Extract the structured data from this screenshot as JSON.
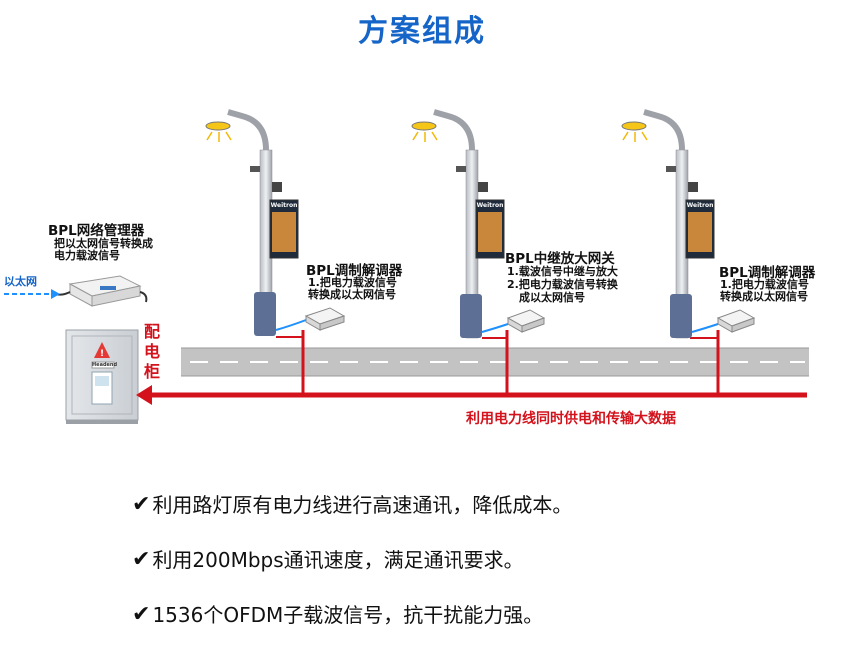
{
  "title": "方案组成",
  "left_device": {
    "name": "BPL网络管理器",
    "desc_line1": "把以太网信号转换成",
    "desc_line2": "电力载波信号"
  },
  "ethernet_label": "以太网",
  "cabinet": {
    "label_chars": [
      "配",
      "电",
      "柜"
    ],
    "plate": "Headend"
  },
  "screen_brand": "Weitron",
  "modem1": {
    "name": "BPL调制解调器",
    "line1": "1.把电力载波信号",
    "line2": "转换成以太网信号"
  },
  "gateway": {
    "name": "BPL中继放大网关",
    "line1": "1.载波信号中继与放大",
    "line2": "2.把电力载波信号转换",
    "line3": "成以太网信号"
  },
  "modem2": {
    "name": "BPL调制解调器",
    "line1": "1.把电力载波信号",
    "line2": "转换成以太网信号"
  },
  "power_line_text": "利用电力线同时供电和传输大数据",
  "features": [
    "利用路灯原有电力线进行高速通讯，降低成本。",
    "利用200Mbps通讯速度，满足通讯要求。",
    "1536个OFDM子载波信号，抗干扰能力强。"
  ],
  "colors": {
    "title": "#1565c8",
    "power": "#d3121c",
    "ethernet": "#1e90ff",
    "road": "#bfbfbf"
  }
}
